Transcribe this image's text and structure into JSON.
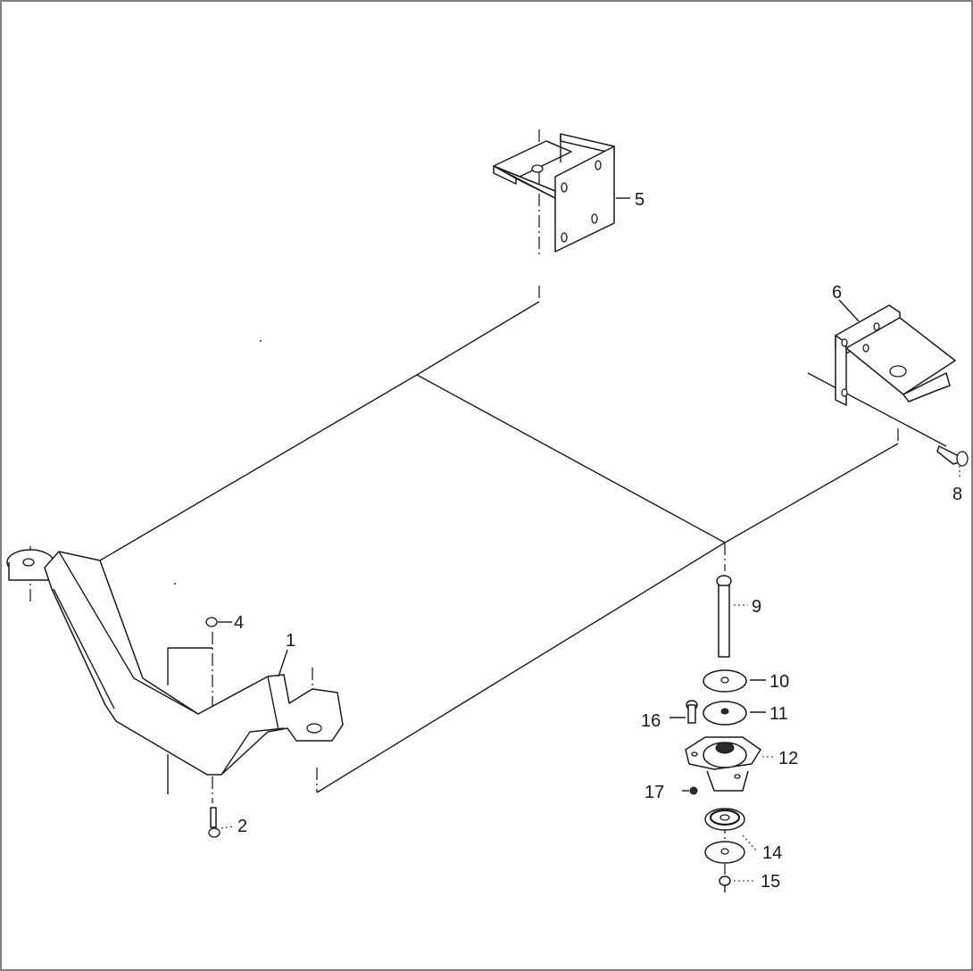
{
  "callouts": [
    {
      "id": "p1",
      "text": "1"
    },
    {
      "id": "p2",
      "text": "2"
    },
    {
      "id": "p4",
      "text": "4"
    },
    {
      "id": "p5",
      "text": "5"
    },
    {
      "id": "p6",
      "text": "6"
    },
    {
      "id": "p8",
      "text": "8"
    },
    {
      "id": "p9",
      "text": "9"
    },
    {
      "id": "p10",
      "text": "10"
    },
    {
      "id": "p11",
      "text": "11"
    },
    {
      "id": "p12",
      "text": "12"
    },
    {
      "id": "p14",
      "text": "14"
    },
    {
      "id": "p15",
      "text": "15"
    },
    {
      "id": "p16",
      "text": "16"
    },
    {
      "id": "p17",
      "text": "17"
    }
  ]
}
